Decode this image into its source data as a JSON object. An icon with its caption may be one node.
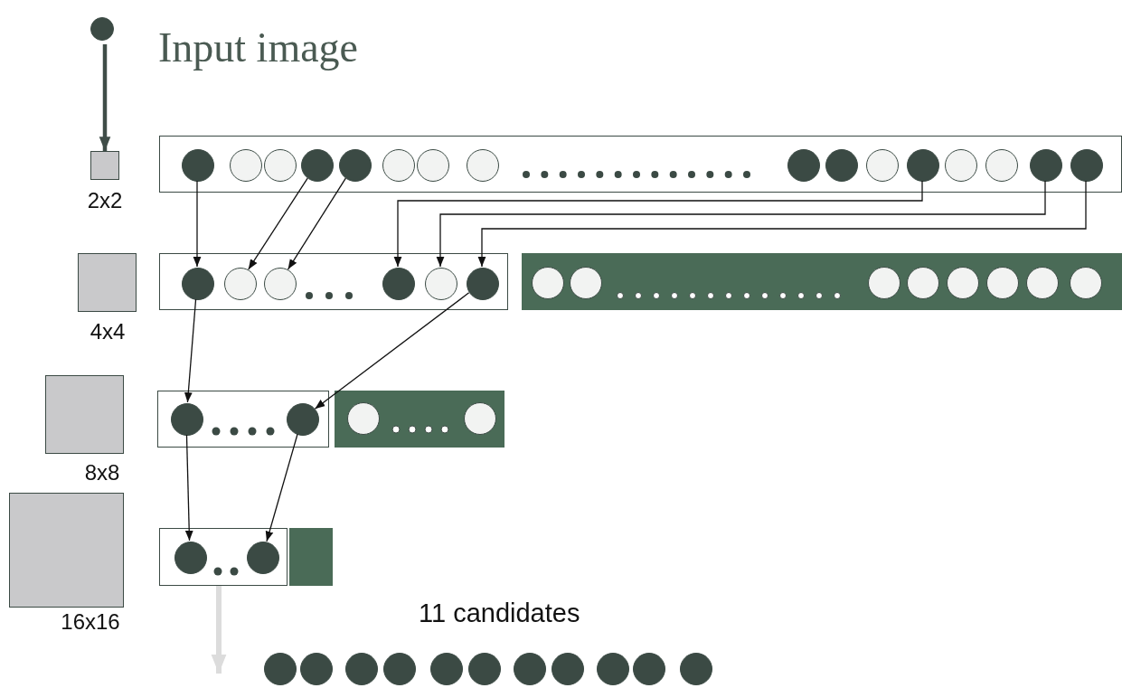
{
  "diagram": {
    "nodes": [
      {
        "text": [],
        "shape": "circle",
        "beside": [
          "Input image"
        ]
      },
      {
        "text": [
          "2x2"
        ]
      },
      {
        "text": [],
        "shape": "box"
      },
      {
        "text": [],
        "shape": "circle",
        "in": 2
      },
      {
        "text": [],
        "shape": "circle",
        "in": 2
      },
      {
        "text": [],
        "shape": "circle",
        "in": 2
      },
      {
        "text": [],
        "shape": "circle",
        "in": 2
      },
      {
        "text": [],
        "shape": "circle",
        "in": 2
      },
      {
        "text": [],
        "shape": "circle",
        "in": 2
      },
      {
        "text": [],
        "shape": "circle",
        "in": 2
      },
      {
        "text": [],
        "shape": "circle",
        "in": 2
      },
      {
        "text": [],
        "shape": "circle",
        "in": 2
      },
      {
        "text": [],
        "shape": "circle",
        "in": 2
      },
      {
        "text": [],
        "shape": "circle",
        "in": 2
      },
      {
        "text": [],
        "shape": "circle",
        "in": 2
      },
      {
        "text": [],
        "shape": "circle",
        "in": 2
      },
      {
        "text": [],
        "shape": "circle",
        "in": 2
      },
      {
        "text": [],
        "shape": "circle",
        "in": 2
      },
      {
        "text": [],
        "shape": "circle",
        "in": 2
      },
      {
        "text": [
          "4x4"
        ]
      },
      {
        "text": [],
        "shape": "box"
      },
      {
        "text": [],
        "shape": "circle",
        "in": 20
      },
      {
        "text": [],
        "shape": "circle",
        "in": 20
      },
      {
        "text": [],
        "shape": "circle",
        "in": 20
      },
      {
        "text": [],
        "shape": "circle",
        "in": 20
      },
      {
        "text": [],
        "shape": "circle",
        "in": 20
      },
      {
        "text": [],
        "shape": "circle",
        "in": 20
      },
      {
        "text": [],
        "shape": "bar"
      },
      {
        "text": [],
        "shape": "circle",
        "in": 27
      },
      {
        "text": [],
        "shape": "circle",
        "in": 27
      },
      {
        "text": [],
        "shape": "circle",
        "in": 27
      },
      {
        "text": [],
        "shape": "circle",
        "in": 27
      },
      {
        "text": [],
        "shape": "circle",
        "in": 27
      },
      {
        "text": [],
        "shape": "circle",
        "in": 27
      },
      {
        "text": [],
        "shape": "circle",
        "in": 27
      },
      {
        "text": [],
        "shape": "circle",
        "in": 27
      },
      {
        "text": [
          "8x8"
        ]
      },
      {
        "text": [],
        "shape": "box"
      },
      {
        "text": [],
        "shape": "circle",
        "in": 37
      },
      {
        "text": [],
        "shape": "circle",
        "in": 37
      },
      {
        "text": [],
        "shape": "bar"
      },
      {
        "text": [],
        "shape": "circle",
        "in": 40
      },
      {
        "text": [],
        "shape": "circle",
        "in": 40
      },
      {
        "text": [
          "16x16"
        ]
      },
      {
        "text": [],
        "shape": "box"
      },
      {
        "text": [],
        "shape": "circle",
        "in": 44
      },
      {
        "text": [],
        "shape": "circle",
        "in": 44
      },
      {
        "text": [],
        "shape": "bar"
      },
      {
        "text": [],
        "shape": "circle"
      },
      {
        "text": [],
        "shape": "circle"
      },
      {
        "text": [],
        "shape": "circle"
      },
      {
        "text": [],
        "shape": "circle"
      },
      {
        "text": [],
        "shape": "circle"
      },
      {
        "text": [],
        "shape": "circle"
      },
      {
        "text": [],
        "shape": "circle"
      },
      {
        "text": [],
        "shape": "circle"
      },
      {
        "text": [],
        "shape": "circle"
      },
      {
        "text": [],
        "shape": "circle"
      },
      {
        "text": [],
        "shape": "circle"
      }
    ],
    "edges": [
      {
        "from": 0,
        "to": 1,
        "arrow": "to",
        "style": "thick",
        "color": "#3f4d48"
      },
      {
        "from": 3,
        "to": 21,
        "arrow": "to"
      },
      {
        "from": 6,
        "to": 22,
        "arrow": "to"
      },
      {
        "from": 7,
        "to": 23,
        "arrow": "to"
      },
      {
        "from": 14,
        "to": 24,
        "arrow": "to"
      },
      {
        "from": 17,
        "to": 25,
        "arrow": "to"
      },
      {
        "from": 18,
        "to": 26,
        "arrow": "to"
      },
      {
        "from": 21,
        "to": 38,
        "arrow": "to"
      },
      {
        "from": 26,
        "to": 39,
        "arrow": "to"
      },
      {
        "from": 38,
        "to": 45,
        "arrow": "to"
      },
      {
        "from": 39,
        "to": 46,
        "arrow": "to"
      },
      {
        "from": 44,
        "to": null,
        "arrow": "to",
        "style": "thick",
        "color": "#dcdcdc"
      }
    ],
    "labels": [
      "11 candidates"
    ]
  }
}
